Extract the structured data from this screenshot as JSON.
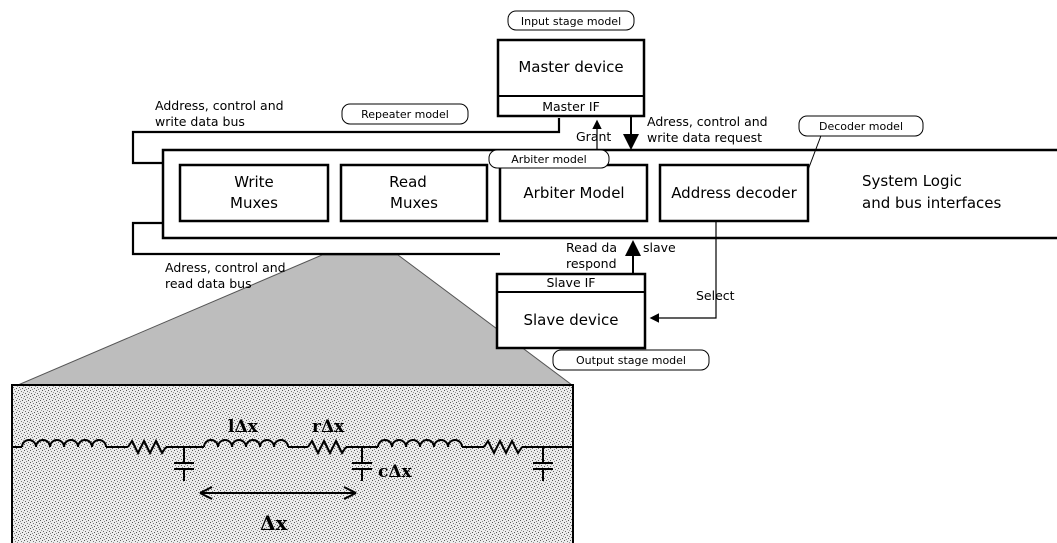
{
  "tags": {
    "input_stage": "Input stage model",
    "repeater": "Repeater model",
    "decoder": "Decoder model",
    "arbiter": "Arbiter model",
    "output_stage": "Output stage model"
  },
  "master": {
    "title": "Master device",
    "interface": "Master IF"
  },
  "slave": {
    "title": "Slave device",
    "interface": "Slave IF"
  },
  "blocks": {
    "write_muxes": [
      "Write",
      "Muxes"
    ],
    "read_muxes": [
      "Read",
      "Muxes"
    ],
    "arbiter": "Arbiter Model",
    "address_decoder": "Address decoder"
  },
  "system": [
    "System Logic",
    "and bus interfaces"
  ],
  "signals": {
    "write_bus": [
      "Address, control and",
      "write data bus"
    ],
    "request": [
      "Adress, control and",
      "write data request"
    ],
    "grant": "Grant",
    "read_bus": [
      "Adress, control and",
      "read data bus"
    ],
    "slave_respond": [
      "Read da",
      "slave",
      "respond"
    ],
    "select": "Select"
  },
  "circuit": {
    "inductance": "lΔx",
    "resistance": "rΔx",
    "capacitance": "cΔx",
    "length": "Δx"
  }
}
